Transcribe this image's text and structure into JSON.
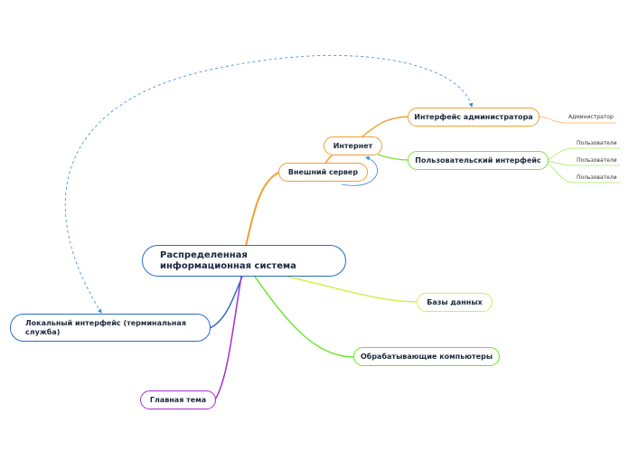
{
  "central": {
    "label": "Распределенная информационная система"
  },
  "nodes": {
    "internet": "Интернет",
    "external_server": "Внешний сервер",
    "admin_interface": "Интерфейс администратора",
    "user_interface": "Пользовательский интерфейс",
    "databases": "Базы данных",
    "processing_computers": "Обрабатывающие компьютеры",
    "local_interface": "Локальный интерфейс (терминальная служба)",
    "main_topic": "Главная тема"
  },
  "leaves": {
    "administrator": "Администратор",
    "users": [
      "Пользователи",
      "Пользователи",
      "Пользователи"
    ]
  },
  "colors": {
    "central_border": "#2b6cc4",
    "orange": "#f0a030",
    "light_orange": "#f5c080",
    "green": "#7fe03a",
    "yellow_green": "#d8ec50",
    "bright_green": "#66e82a",
    "blue": "#2b6cc4",
    "purple": "#a030d0",
    "relation": "#3a8ad8"
  }
}
